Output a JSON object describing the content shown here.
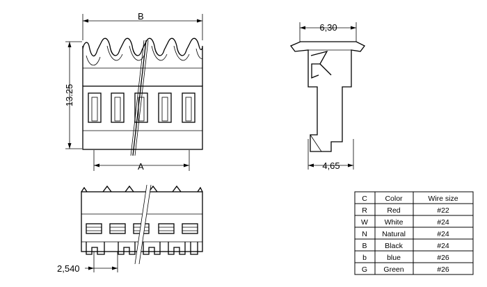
{
  "dimensions": {
    "width_label": "B",
    "height_value": "13.25",
    "bottom_label": "A",
    "side_top_value": "6,30",
    "side_bottom_value": "4,65",
    "pitch_value": "2,540"
  },
  "wire_table": {
    "headers": [
      "C",
      "Color",
      "Wire size"
    ],
    "rows": [
      [
        "R",
        "Red",
        "#22"
      ],
      [
        "W",
        "White",
        "#24"
      ],
      [
        "N",
        "Natural",
        "#24"
      ],
      [
        "B",
        "Black",
        "#24"
      ],
      [
        "b",
        "blue",
        "#26"
      ],
      [
        "G",
        "Green",
        "#26"
      ]
    ]
  }
}
